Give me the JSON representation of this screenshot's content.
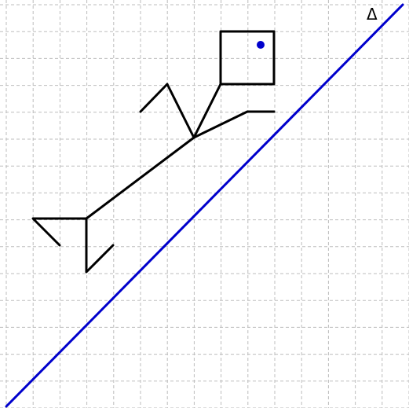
{
  "diagram": {
    "line_label": "Δ",
    "colors": {
      "line": "#0000cc",
      "figure": "#000000",
      "grid": "#bdbdbd",
      "dot": "#0000cc"
    },
    "elements": [
      "square-head",
      "eye-dot",
      "neck",
      "body",
      "upper-arm",
      "beak-arm",
      "lower-legs",
      "tail",
      "symmetry-axis"
    ]
  }
}
